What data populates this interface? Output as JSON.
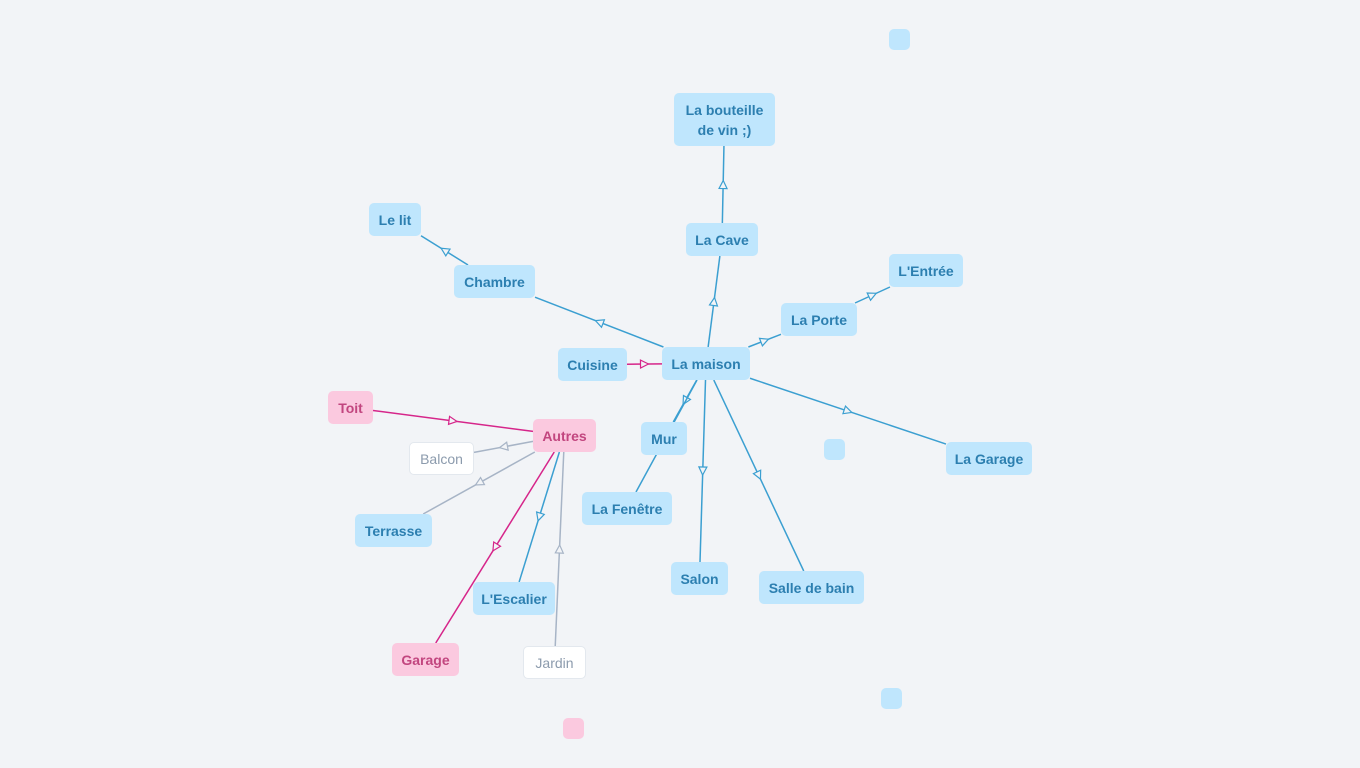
{
  "diagram": {
    "colors": {
      "blue_fill": "#bfe6fd",
      "blue_text": "#2c7fb0",
      "blue_edge": "#3b9fd1",
      "pink_fill": "#fbc9df",
      "pink_text": "#c2467f",
      "pink_edge": "#d6258a",
      "white_fill": "#ffffff",
      "white_text": "#8c9bad",
      "gray_edge": "#a7b4c6"
    },
    "nodes": {
      "bouteille": {
        "label": "La bouteille de vin ;)",
        "style": "blue"
      },
      "cave": {
        "label": "La Cave",
        "style": "blue"
      },
      "lit": {
        "label": "Le lit",
        "style": "blue"
      },
      "chambre": {
        "label": "Chambre",
        "style": "blue"
      },
      "entree": {
        "label": "L'Entrée",
        "style": "blue"
      },
      "porte": {
        "label": "La Porte",
        "style": "blue"
      },
      "cuisine": {
        "label": "Cuisine",
        "style": "blue"
      },
      "maison": {
        "label": "La maison",
        "style": "blue"
      },
      "toit": {
        "label": "Toit",
        "style": "pink"
      },
      "autres": {
        "label": "Autres",
        "style": "pink"
      },
      "mur": {
        "label": "Mur",
        "style": "blue"
      },
      "balcon": {
        "label": "Balcon",
        "style": "white"
      },
      "lagarage": {
        "label": "La Garage",
        "style": "blue"
      },
      "fenetre": {
        "label": "La Fenêtre",
        "style": "blue"
      },
      "terrasse": {
        "label": "Terrasse",
        "style": "blue"
      },
      "salon": {
        "label": "Salon",
        "style": "blue"
      },
      "sdb": {
        "label": "Salle de bain",
        "style": "blue"
      },
      "escalier": {
        "label": "L'Escalier",
        "style": "blue"
      },
      "garage": {
        "label": "Garage",
        "style": "pink"
      },
      "jardin": {
        "label": "Jardin",
        "style": "white"
      },
      "empty1": {
        "label": "",
        "style": "blue"
      },
      "empty2": {
        "label": "",
        "style": "blue"
      },
      "empty3": {
        "label": "",
        "style": "blue"
      },
      "empty4": {
        "label": "",
        "style": "pink"
      }
    },
    "edges": [
      {
        "from": "cave",
        "to": "bouteille",
        "color": "blue"
      },
      {
        "from": "maison",
        "to": "cave",
        "color": "blue"
      },
      {
        "from": "chambre",
        "to": "lit",
        "color": "blue"
      },
      {
        "from": "maison",
        "to": "chambre",
        "color": "blue"
      },
      {
        "from": "porte",
        "to": "entree",
        "color": "blue"
      },
      {
        "from": "maison",
        "to": "porte",
        "color": "blue"
      },
      {
        "from": "cuisine",
        "to": "maison",
        "color": "pink"
      },
      {
        "from": "maison",
        "to": "mur",
        "color": "blue"
      },
      {
        "from": "maison",
        "to": "fenetre",
        "color": "blue"
      },
      {
        "from": "maison",
        "to": "salon",
        "color": "blue"
      },
      {
        "from": "maison",
        "to": "sdb",
        "color": "blue"
      },
      {
        "from": "maison",
        "to": "lagarage",
        "color": "blue"
      },
      {
        "from": "toit",
        "to": "autres",
        "color": "pink"
      },
      {
        "from": "autres",
        "to": "balcon",
        "color": "gray"
      },
      {
        "from": "autres",
        "to": "terrasse",
        "color": "gray"
      },
      {
        "from": "autres",
        "to": "escalier",
        "color": "blue"
      },
      {
        "from": "autres",
        "to": "garage",
        "color": "pink"
      },
      {
        "from": "jardin",
        "to": "autres",
        "color": "gray"
      }
    ]
  }
}
